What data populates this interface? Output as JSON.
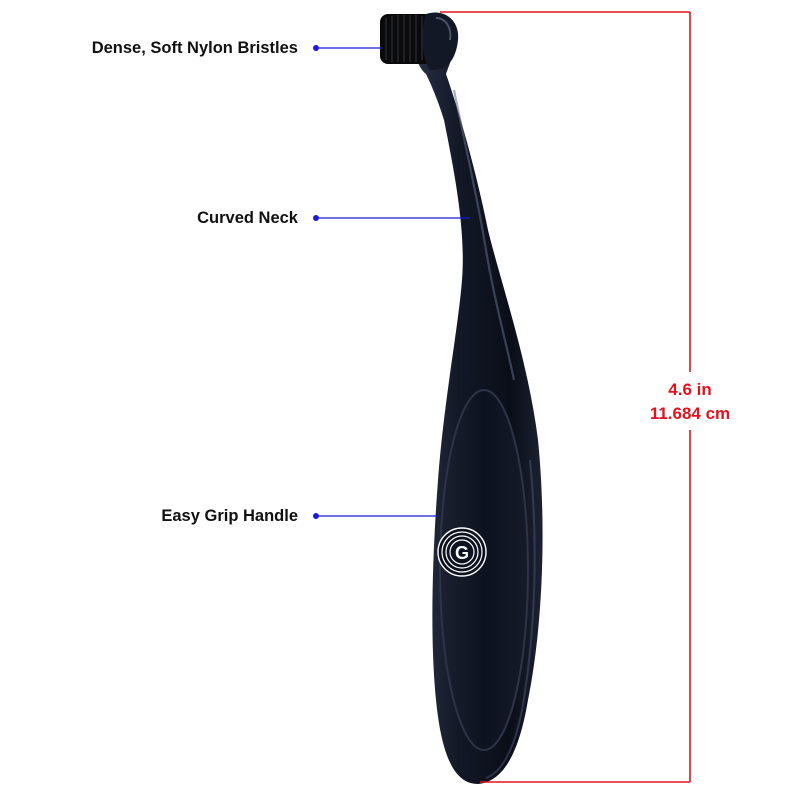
{
  "callouts": [
    {
      "id": "bristles",
      "label": "Dense, Soft Nylon Bristles"
    },
    {
      "id": "neck",
      "label": "Curved Neck"
    },
    {
      "id": "handle",
      "label": "Easy Grip Handle"
    }
  ],
  "dimension": {
    "inches": "4.6 in",
    "centimeters": "11.684 cm"
  },
  "colors": {
    "callout_line": "#1a1ad8",
    "dimension": "#e0141e",
    "brush_body": "#111827",
    "background": "#ffffff"
  },
  "logo": {
    "letter": "G"
  }
}
